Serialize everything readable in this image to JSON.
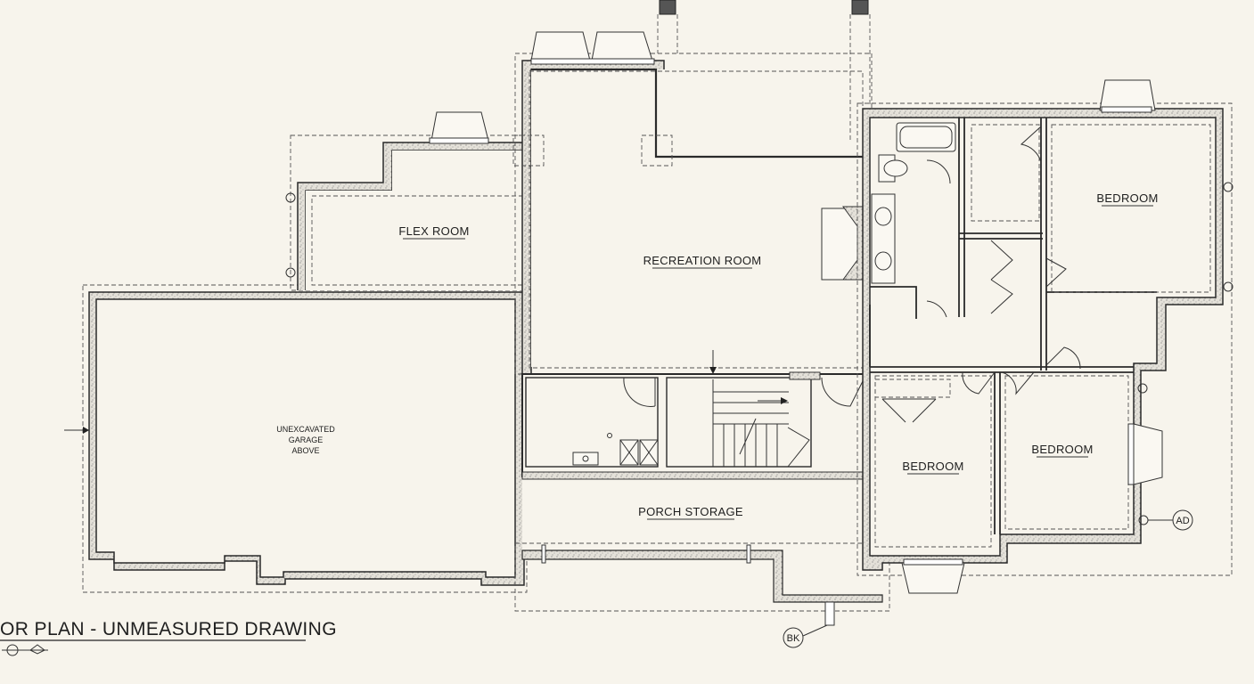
{
  "drawing": {
    "title": "OR PLAN - UNMEASURED DRAWING",
    "rooms": {
      "flex_room": "FLEX ROOM",
      "recreation_room": "RECREATION ROOM",
      "bedroom_ne": "BEDROOM",
      "bedroom_s": "BEDROOM",
      "bedroom_se": "BEDROOM",
      "porch_storage": "PORCH STORAGE",
      "garage_line1": "UNEXCAVATED",
      "garage_line2": "GARAGE",
      "garage_line3": "ABOVE"
    },
    "tags": {
      "ad": "AD",
      "bk": "BK"
    }
  }
}
